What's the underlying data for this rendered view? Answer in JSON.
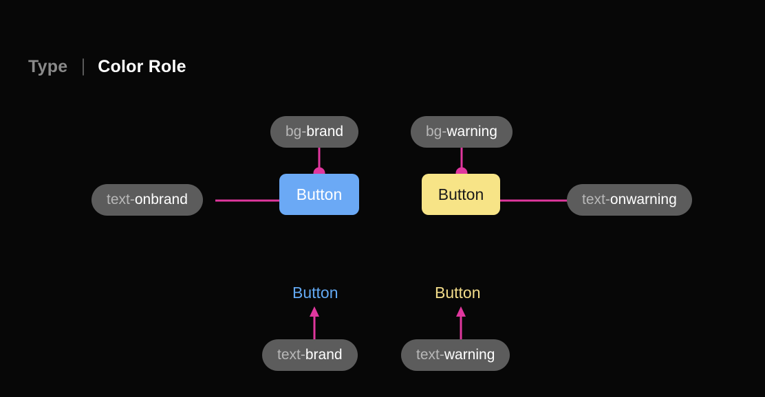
{
  "header": {
    "type_label": "Type",
    "divider": "|",
    "role_label": "Color Role"
  },
  "colors": {
    "background": "#070707",
    "pill_bg": "#5c5c5c",
    "pill_prefix_text": "#b8b8b8",
    "pill_suffix_text": "#ffffff",
    "connector": "#E0379E",
    "bg_brand": "#6BA9F5",
    "bg_warning": "#F7E487",
    "text_onbrand": "#ffffff",
    "text_onwarning": "#1a1a1a",
    "text_brand": "#62A8F2",
    "text_warning": "#F2DC8A"
  },
  "tokens": {
    "bg_brand": {
      "prefix": "bg-",
      "suffix": "brand"
    },
    "bg_warning": {
      "prefix": "bg-",
      "suffix": "warning"
    },
    "text_onbrand": {
      "prefix": "text-",
      "suffix": "onbrand"
    },
    "text_onwarning": {
      "prefix": "text-",
      "suffix": "onwarning"
    },
    "text_brand": {
      "prefix": "text-",
      "suffix": "brand"
    },
    "text_warning": {
      "prefix": "text-",
      "suffix": "warning"
    }
  },
  "buttons": {
    "brand_label": "Button",
    "warning_label": "Button"
  },
  "text_samples": {
    "brand_label": "Button",
    "warning_label": "Button"
  }
}
